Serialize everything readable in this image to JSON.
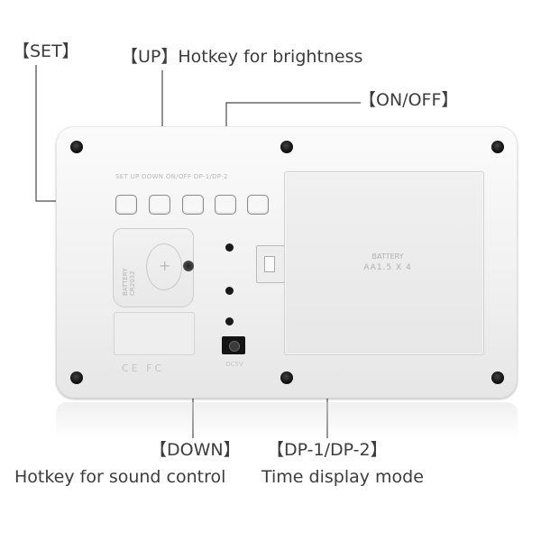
{
  "callouts": {
    "set": "【SET】",
    "up": "【UP】Hotkey for brightness",
    "on_off": "【ON/OFF】",
    "down": "【DOWN】",
    "down_desc": "Hotkey for sound control",
    "dp": "【DP-1/DP-2】",
    "dp_desc": "Time display mode"
  },
  "device": {
    "button_labels": "SET   UP   DOWN  ON/OFF  DP-1/DP-2",
    "battery_cover": {
      "line1": "BATTERY",
      "line2": "AA1.5 X 4"
    },
    "small_cover_text": "BATTERY CR2032",
    "certifications": "CE FC",
    "dc_label": "DC5V"
  },
  "colors": {
    "callout_text": "#3c3c3c",
    "leader_line": "#4a4a4a",
    "device_body": "#f2f2f2"
  }
}
